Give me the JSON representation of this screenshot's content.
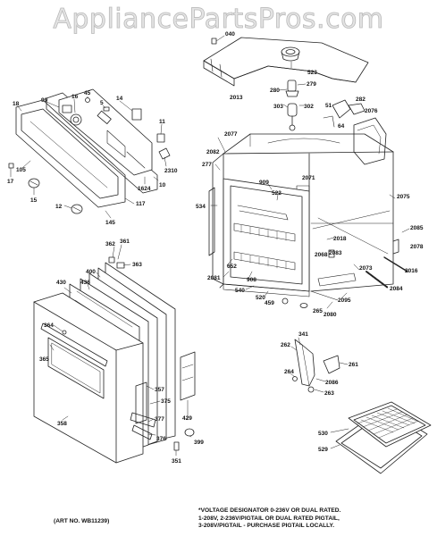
{
  "watermark": "AppliancePartsPros.com",
  "art_number": "(ART NO. WB11239)",
  "footnote": [
    "*VOLTAGE DESIGNATOR 0-236V OR DUAL RATED.",
    "1-208V, 2-236V/PIGTAIL OR DUAL RATED PIGTAIL,",
    "3-208V/PIGTAIL - PURCHASE PIGTAIL LOCALLY."
  ],
  "part_labels": {
    "p040": "040",
    "p523": "523",
    "p279": "279",
    "p280": "280",
    "p2013": "2013",
    "p303": "303",
    "p302": "302",
    "p51": "51",
    "p282": "282",
    "p64": "64",
    "p2076": "2076",
    "p2077": "2077",
    "p2082": "2082",
    "p277": "277",
    "p2071": "2071",
    "p909": "909",
    "p522": "522",
    "p534": "534",
    "p2075": "2075",
    "p2018": "2018",
    "p2085": "2085",
    "p2078": "2078",
    "p2068": "2068",
    "p2083": "2083",
    "p2016": "2016",
    "p2073": "2073",
    "p2084": "2084",
    "p652": "652",
    "p2081": "2081",
    "p908": "908",
    "p540": "540",
    "p520": "520",
    "p459": "459",
    "p265": "265",
    "p2095": "2095",
    "p2080": "2080",
    "p99": "99",
    "p16": "16",
    "p45": "45",
    "p5": "5",
    "p14": "14",
    "p18": "18",
    "p11": "11",
    "p105": "105",
    "p2310": "2310",
    "p17": "17",
    "p1624": "1624",
    "p10": "10",
    "p15": "15",
    "p12": "12",
    "p117": "117",
    "p145": "145",
    "p362": "362",
    "p361": "361",
    "p363": "363",
    "p400": "400",
    "p430": "430",
    "p436": "436",
    "p364": "364",
    "p365": "365",
    "p357": "357",
    "p375": "375",
    "p358": "358",
    "p377": "377",
    "p376": "376",
    "p429": "429",
    "p399": "399",
    "p351": "351",
    "p341": "341",
    "p262": "262",
    "p261": "261",
    "p264": "264",
    "p2086": "2086",
    "p263": "263",
    "p530": "530",
    "p529": "529"
  }
}
